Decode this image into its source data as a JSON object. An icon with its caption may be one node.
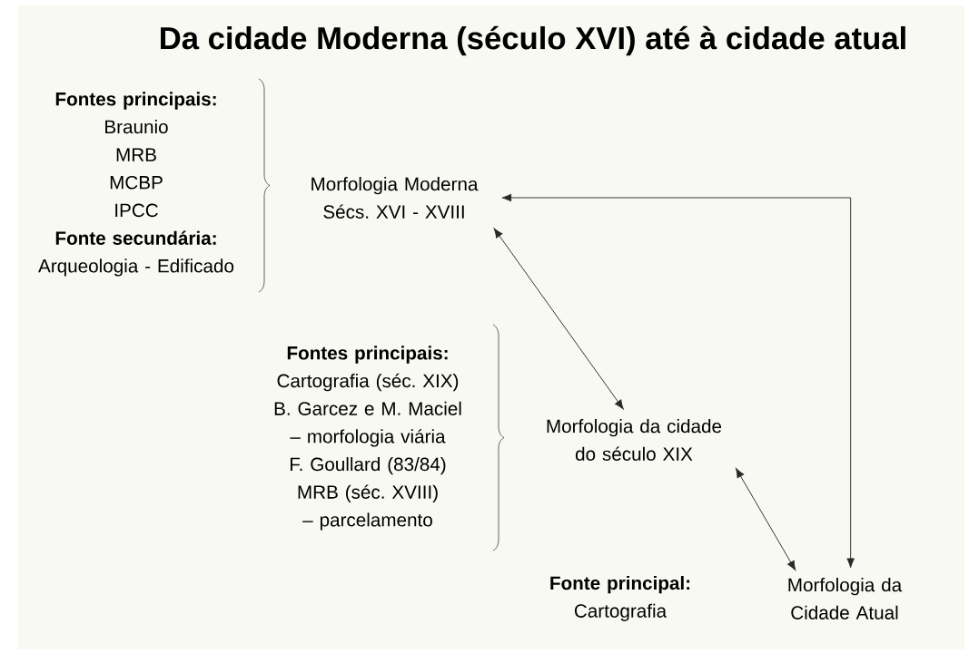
{
  "diagram": {
    "title": "Da cidade Moderna (século XVI) até à cidade atual",
    "nodes": [
      {
        "text": [
          "Fontes principais:",
          "Braunio",
          "MRB",
          "MCBP",
          "IPCC",
          "Fonte secundária:",
          "Arqueologia - Edificado"
        ]
      },
      {
        "text": [
          "Morfologia Moderna Sécs. XVI - XVIII"
        ]
      },
      {
        "text": [
          "Fontes principais:",
          "Cartografia (séc. XIX)",
          "B. Garcez e M. Maciel – morfologia viária",
          "F. Goullard (83/84)",
          "MRB (séc. XVIII) – parcelamento"
        ]
      },
      {
        "text": [
          "Morfologia da cidade do século XIX"
        ]
      },
      {
        "text": [
          "Fonte principal:",
          "Cartografia"
        ]
      },
      {
        "text": [
          "Morfologia da Cidade Atual"
        ]
      }
    ],
    "edges": [
      {
        "from": 1,
        "to": 3,
        "arrow": "both"
      },
      {
        "from": 3,
        "to": 5,
        "arrow": "both"
      },
      {
        "from": 1,
        "to": 5,
        "arrow": "both"
      }
    ]
  }
}
